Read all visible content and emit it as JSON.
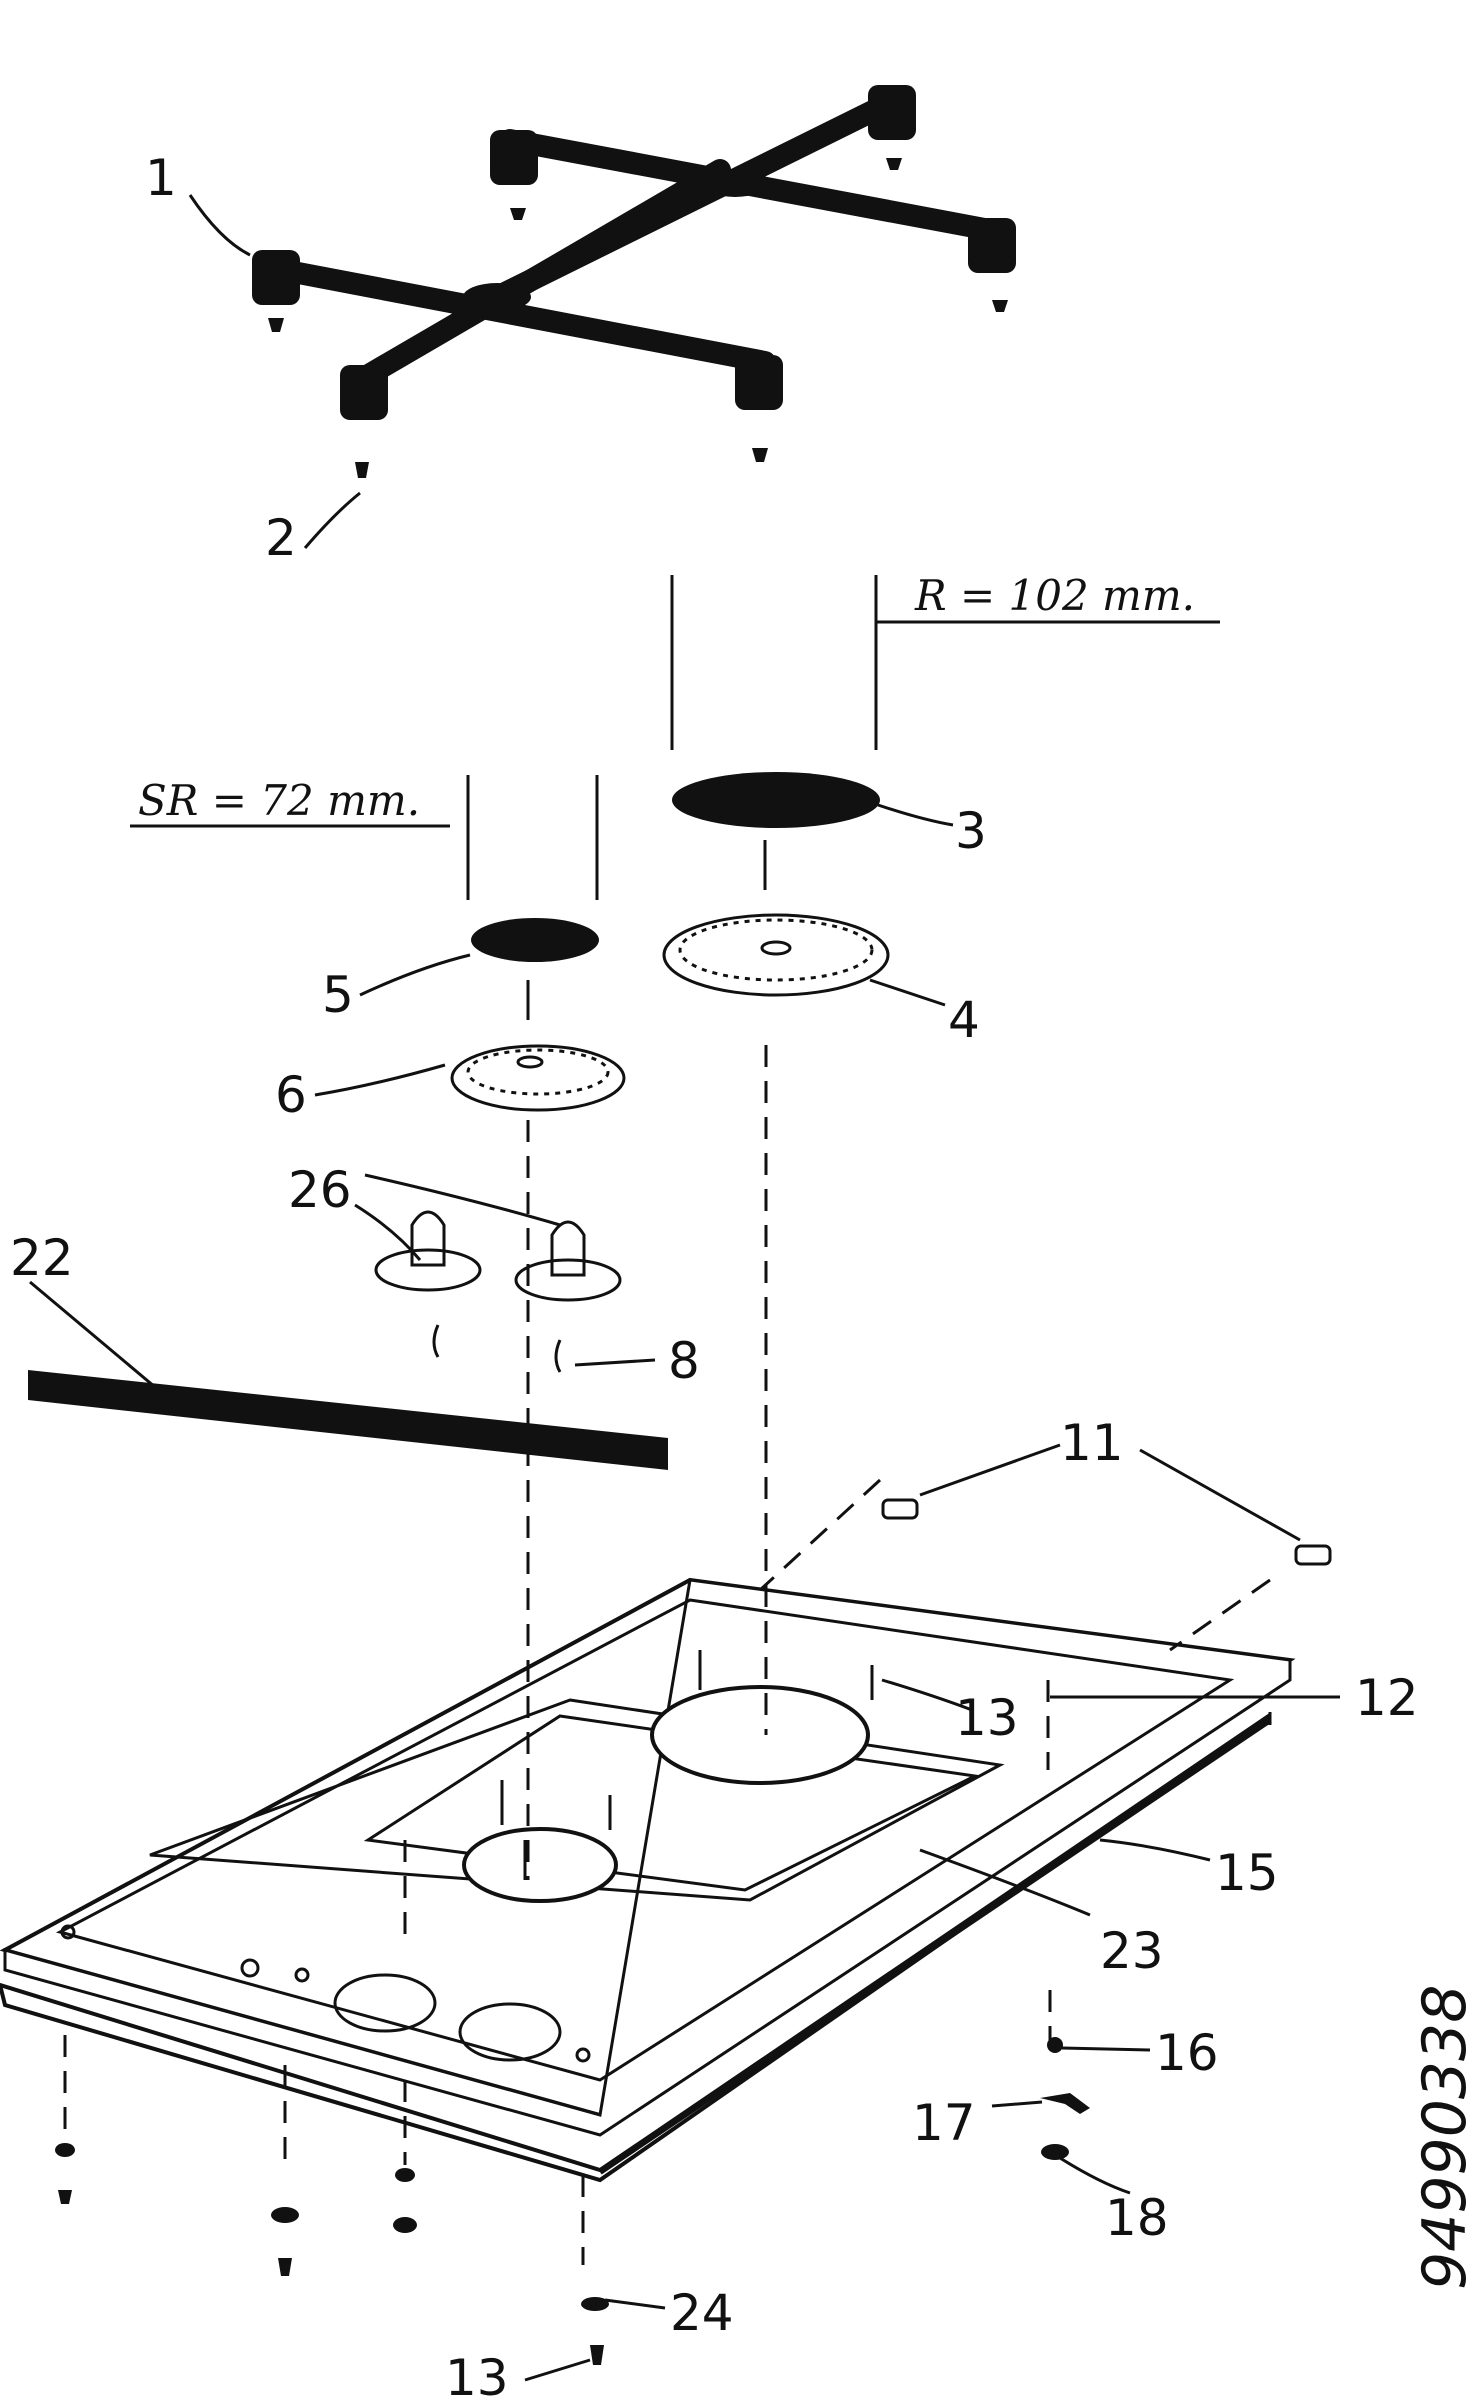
{
  "labels": {
    "l1": "1",
    "l2": "2",
    "l3": "3",
    "l4": "4",
    "l5": "5",
    "l6": "6",
    "l8": "8",
    "l11": "11",
    "l12": "12",
    "l13a": "13",
    "l13b": "13",
    "l15": "15",
    "l16": "16",
    "l17": "17",
    "l18": "18",
    "l22": "22",
    "l23": "23",
    "l24": "24",
    "l26": "26"
  },
  "dimensions": {
    "large_radius": "R = 102 mm.",
    "small_radius": "SR = 72 mm."
  },
  "drawing_code": "94990338"
}
